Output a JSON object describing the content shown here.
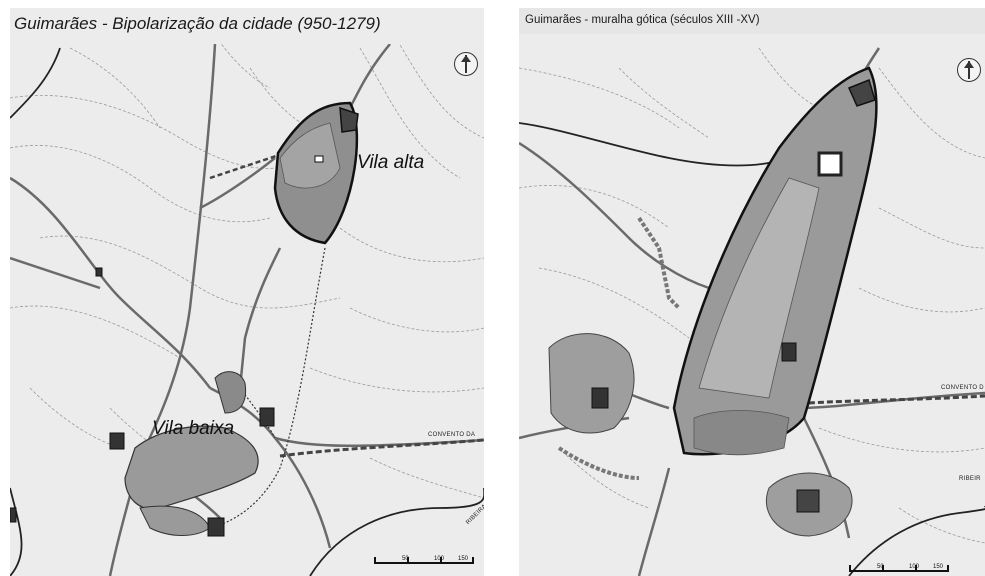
{
  "left_map": {
    "title": "Guimarães - Bipolarização da cidade (950-1279)",
    "labels": {
      "upper_town": "Vila alta",
      "lower_town": "Vila baixa"
    },
    "road_label": "CONVENTO DA",
    "road_label_2": "RIBEIRA DE",
    "scale": [
      "50",
      "100",
      "150"
    ]
  },
  "right_map": {
    "title": "Guimarães - muralha gótica (séculos XIII -XV)",
    "road_label": "CONVENTO D",
    "road_label_2": "RIBEIR",
    "scale": [
      "50",
      "100",
      "150"
    ]
  },
  "colors": {
    "paper": "#ececec",
    "built_area": "#8f8f8f",
    "roads": "#5a5a5a",
    "walls": "#111111"
  },
  "icons": [
    "north-arrow-icon"
  ]
}
